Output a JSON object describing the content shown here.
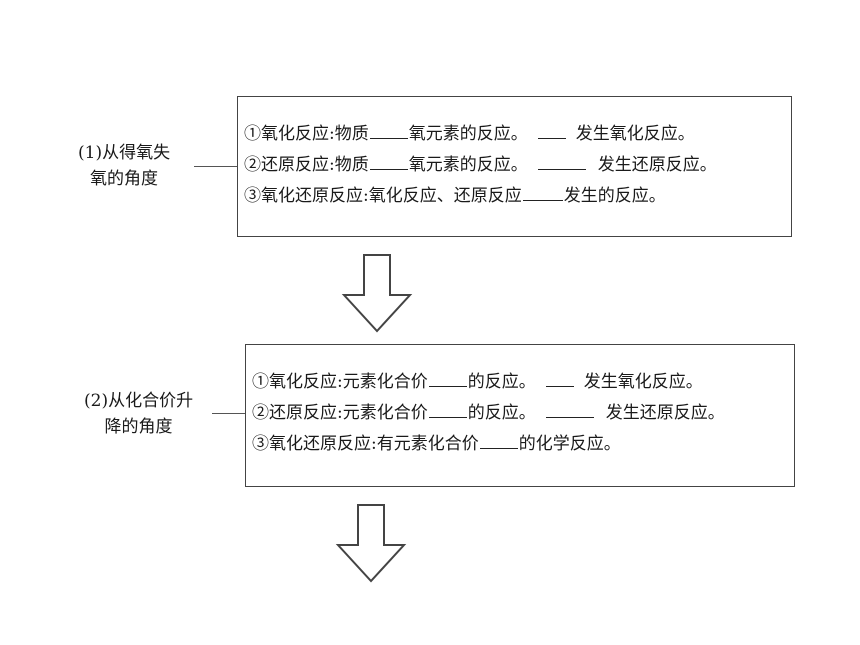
{
  "section1": {
    "label_line1": "(1)从得氧失",
    "label_line2": "氧的角度",
    "items": [
      {
        "a": "①氧化反应:物质",
        "b": "氧元素的反应。",
        "c": "发生氧化反应。"
      },
      {
        "a": "②还原反应:物质",
        "b": "氧元素的反应。",
        "c": "发生还原反应。"
      },
      {
        "a": "③氧化还原反应:氧化反应、还原反应",
        "b": "发生的反应。"
      }
    ]
  },
  "section2": {
    "label_line1": "(2)从化合价升",
    "label_line2": "降的角度",
    "items": [
      {
        "a": "①氧化反应:元素化合价",
        "b": "的反应。",
        "c": "发生氧化反应。"
      },
      {
        "a": "②还原反应:元素化合价",
        "b": "的反应。",
        "c": "发生还原反应。"
      },
      {
        "a": "③氧化还原反应:有元素化合价",
        "b": "的化学反应。"
      }
    ]
  },
  "colors": {
    "stroke": "#444444",
    "text": "#1a1a1a"
  },
  "icons": [
    "down-arrow-icon",
    "down-arrow-icon"
  ]
}
